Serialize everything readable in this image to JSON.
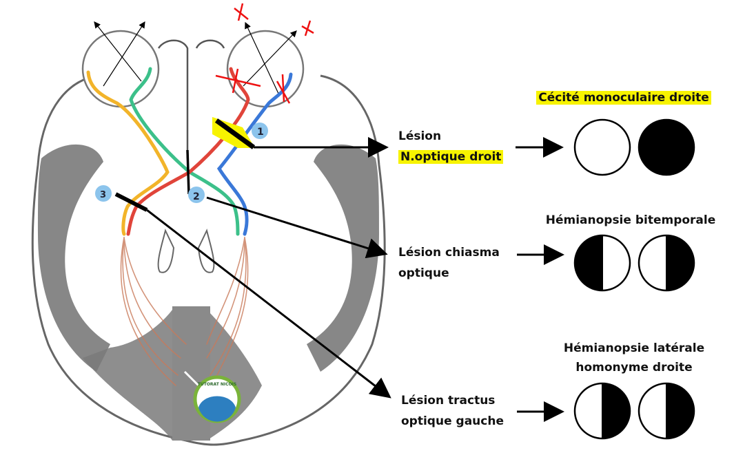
{
  "diagram": {
    "type": "optic-pathway-lesions",
    "markers": [
      "1",
      "2",
      "3"
    ],
    "logo_text": "TUTORAT NICOIS",
    "colors": {
      "highlight": "#f7f300",
      "temporal_left": "#f2b42a",
      "nasal_left": "#3cc08a",
      "nasal_right": "#e0443a",
      "temporal_right": "#3a78d8",
      "cross_mark": "#ee1111",
      "marker_bubble": "#8cc4ec",
      "cortex": "#7a7a7a"
    }
  },
  "lesions": [
    {
      "id": "1",
      "label_line1": "Lésion",
      "label_line2": "N.optique droit",
      "highlighted": true,
      "result_title": "Cécité monoculaire droite",
      "result_highlighted": true,
      "visual_fields": {
        "left_eye": "intact",
        "right_eye": "blind"
      }
    },
    {
      "id": "2",
      "label_line1": "Lésion chiasma",
      "label_line2": "optique",
      "highlighted": false,
      "result_title": "Hémianopsie bitemporale",
      "result_highlighted": false,
      "visual_fields": {
        "left_eye": "left-half-blind",
        "right_eye": "right-half-blind"
      }
    },
    {
      "id": "3",
      "label_line1": "Lésion tractus",
      "label_line2": "optique gauche",
      "highlighted": false,
      "result_title_line1": "Hémianopsie latérale",
      "result_title_line2": "homonyme droite",
      "result_highlighted": false,
      "visual_fields": {
        "left_eye": "right-half-blind",
        "right_eye": "right-half-blind"
      }
    }
  ]
}
